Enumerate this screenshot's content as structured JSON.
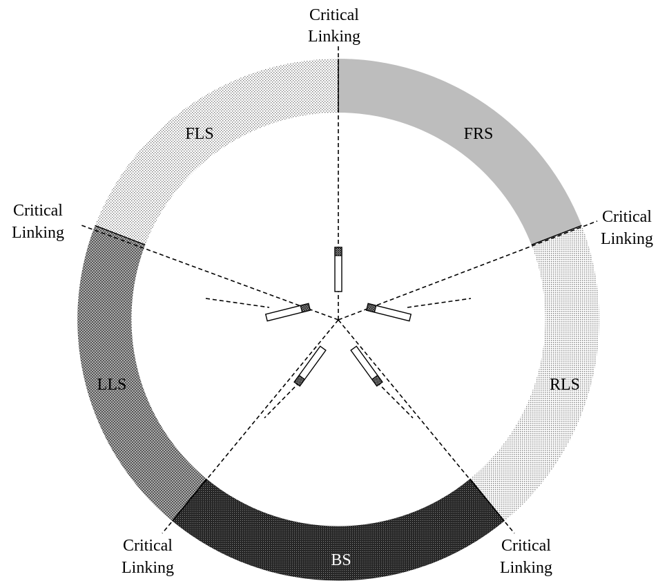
{
  "segments": {
    "frs": {
      "label": "FRS",
      "color": "#bdbdbd"
    },
    "rls": {
      "label": "RLS",
      "color": "#c9c9c9"
    },
    "bs": {
      "label": "BS",
      "color": "#333333"
    },
    "lls": {
      "label": "LLS",
      "color": "#9a9a9a"
    },
    "fls": {
      "label": "FLS",
      "color": "#d4d4d4"
    }
  },
  "critical_linking": {
    "top": {
      "line1": "Critical",
      "line2": "Linking"
    },
    "right": {
      "line1": "Critical",
      "line2": "Linking"
    },
    "bottom_right": {
      "line1": "Critical",
      "line2": "Linking"
    },
    "bottom_left": {
      "line1": "Critical",
      "line2": "Linking"
    },
    "left": {
      "line1": "Critical",
      "line2": "Linking"
    }
  }
}
